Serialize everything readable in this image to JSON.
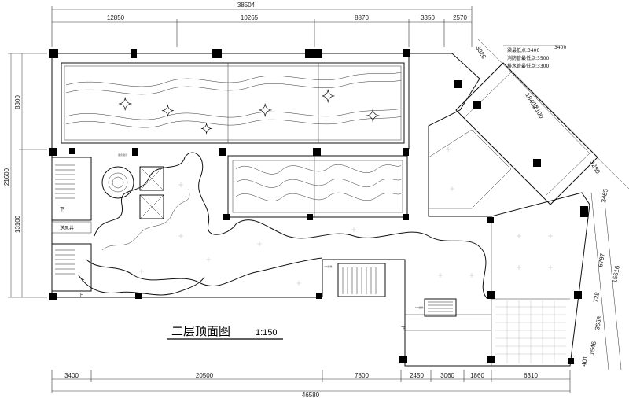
{
  "title": "二层顶面图",
  "scale": "1:150",
  "dims_top": {
    "overall": "38504",
    "segments": [
      "12850",
      "10265",
      "8870",
      "3350",
      "2570"
    ]
  },
  "dims_bottom": {
    "overall": "46580",
    "segments": [
      "3400",
      "20500",
      "7800",
      "2450",
      "3060",
      "1860",
      "6310"
    ]
  },
  "dims_left": {
    "overall": "21600",
    "segments": [
      "8300",
      "13100"
    ]
  },
  "dims_right": [
    "3026",
    "18408",
    "12100",
    "3280",
    "2485",
    "6797",
    "15616",
    "728",
    "3658",
    "401",
    "1546"
  ],
  "notes": {
    "line1": "梁最低点:3400",
    "line2": "消防管最低点:3500",
    "line3": "排水管最低点:3300",
    "side_value": "3400"
  },
  "labels": {
    "air_shaft": "送风井",
    "stair_down_1": "下",
    "stair_down_2": "下",
    "stair_down_3": "下",
    "stair_up": "上",
    "service_desk": "服务展示",
    "pipe_tag_a": "4#楼梯",
    "pipe_tag_b": "5#楼梯"
  }
}
